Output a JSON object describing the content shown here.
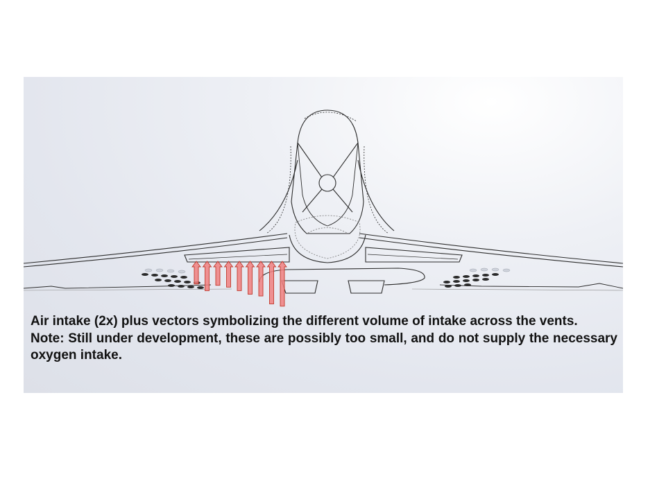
{
  "caption": {
    "line1": "Air intake (2x) plus vectors symbolizing  the different volume of intake across the vents.",
    "line2": "Note:  Still under development, these are possibly too small, and do not supply the necessary oxygen intake."
  },
  "colors": {
    "arrow_fill": "#f08080",
    "arrow_stroke": "#c0392b",
    "line": "#2a2a2a",
    "panel_bg": "#e3e6ee"
  },
  "arrows": {
    "count": 9,
    "relative_lengths": [
      0.45,
      0.6,
      0.48,
      0.52,
      0.6,
      0.68,
      0.72,
      0.9,
      0.95
    ]
  }
}
